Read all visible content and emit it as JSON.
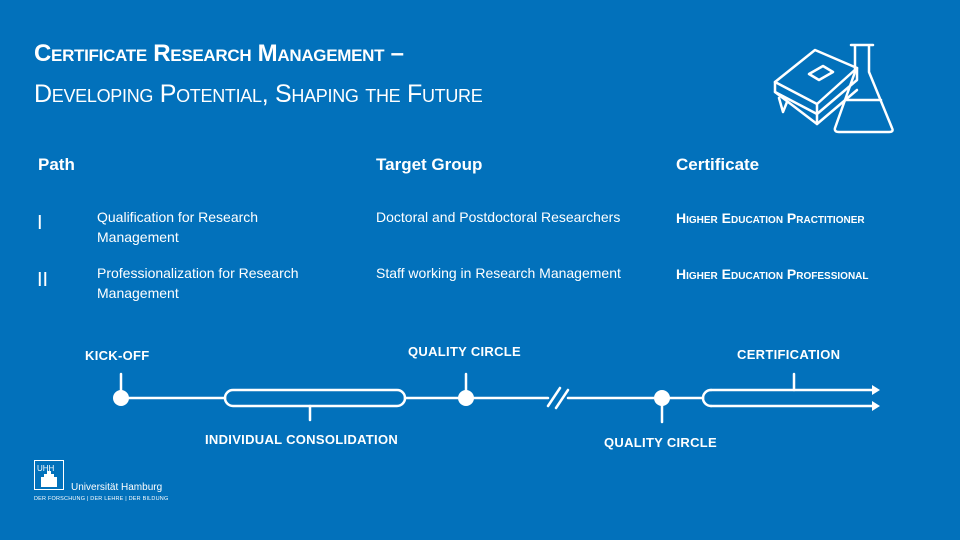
{
  "header": {
    "title": "Certificate Research Management –",
    "subtitle": "Developing Potential, Shaping the Future",
    "icon": "book-and-flask-icon"
  },
  "table": {
    "columns": [
      "Path",
      "Target Group",
      "Certificate"
    ],
    "rows": [
      {
        "path": "I",
        "program": "Qualification  for Research Management",
        "target": "Doctoral and Postdoctoral Researchers",
        "certificate": "Higher Education Practitioner"
      },
      {
        "path": "II",
        "program": "Professionalization  for Research Management",
        "target": "Staff working in Research Management",
        "certificate": "Higher Education Professional"
      }
    ]
  },
  "timeline": {
    "kickoff": "Kick-off",
    "quality_circle_1": "Quality Circle",
    "certification": "Certification",
    "consolidation": "Individual Consolidation",
    "quality_circle_2": "Quality Circle"
  },
  "logo": {
    "mark": "UHH",
    "name": "Universität Hamburg",
    "tagline": "DER FORSCHUNG | DER LEHRE | DER BILDUNG"
  }
}
